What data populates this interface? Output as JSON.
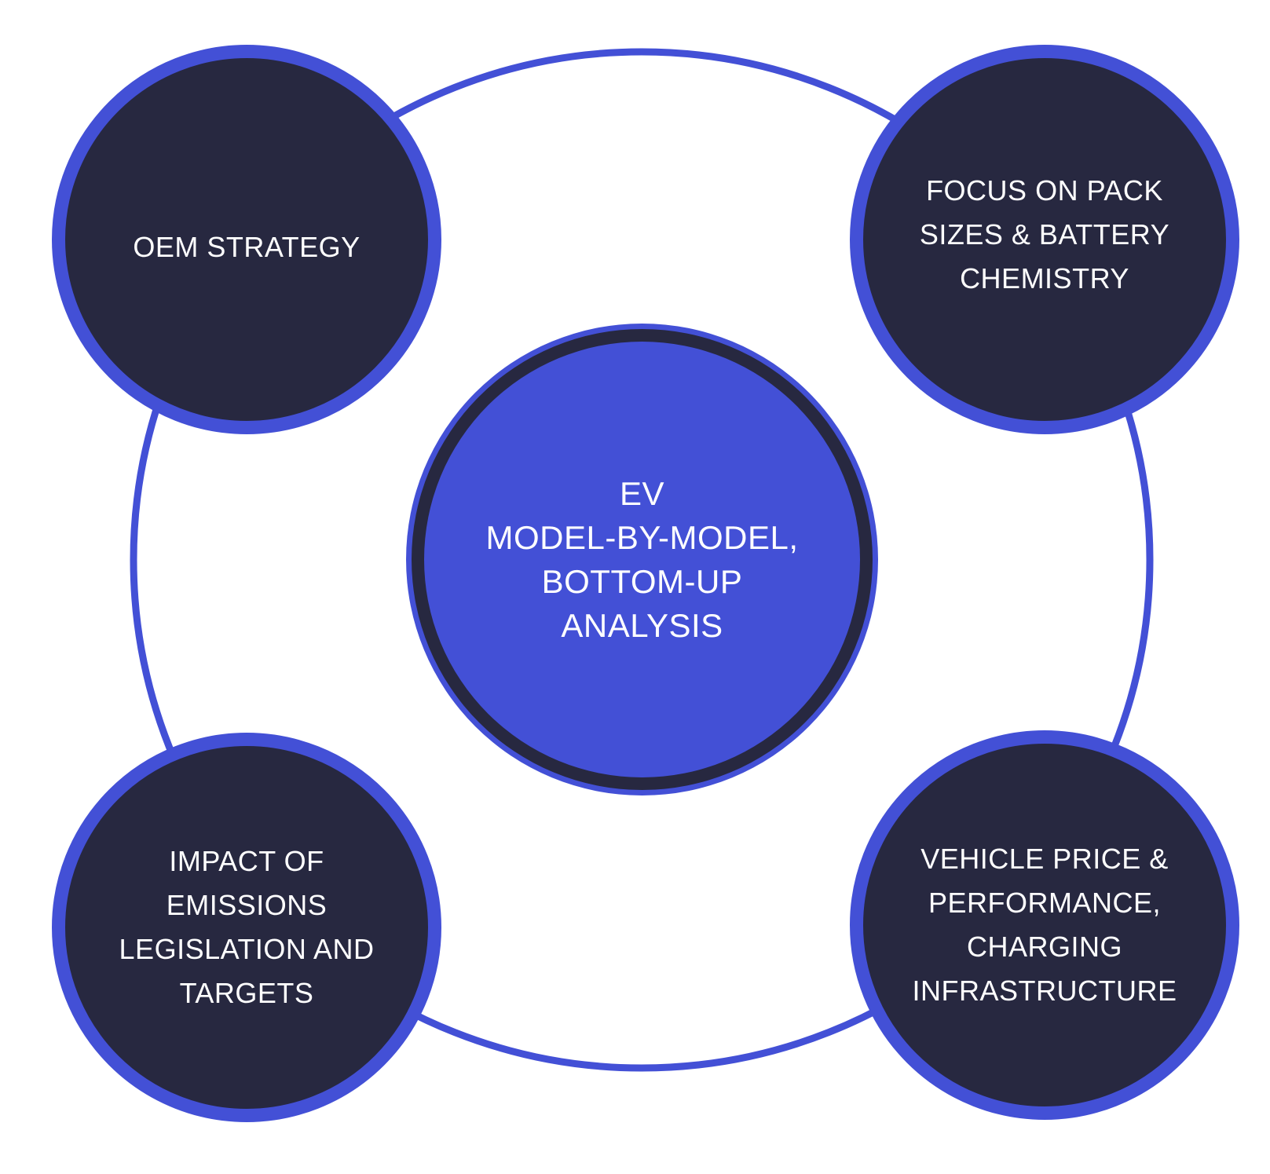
{
  "colors": {
    "accent": "#4350d6",
    "node_fill": "#272840",
    "text": "#ffffff",
    "background": "#ffffff"
  },
  "center": {
    "label": "EV\nMODEL-BY-MODEL,\nBOTTOM-UP\nANALYSIS"
  },
  "nodes": {
    "top_left": {
      "label": "OEM  STRATEGY"
    },
    "top_right": {
      "label": "FOCUS ON PACK\nSIZES & BATTERY\nCHEMISTRY"
    },
    "bottom_left": {
      "label": "IMPACT OF\nEMISSIONS\nLEGISLATION AND\nTARGETS"
    },
    "bottom_right": {
      "label": "VEHICLE PRICE &\nPERFORMANCE,\nCHARGING\nINFRASTRUCTURE"
    }
  }
}
